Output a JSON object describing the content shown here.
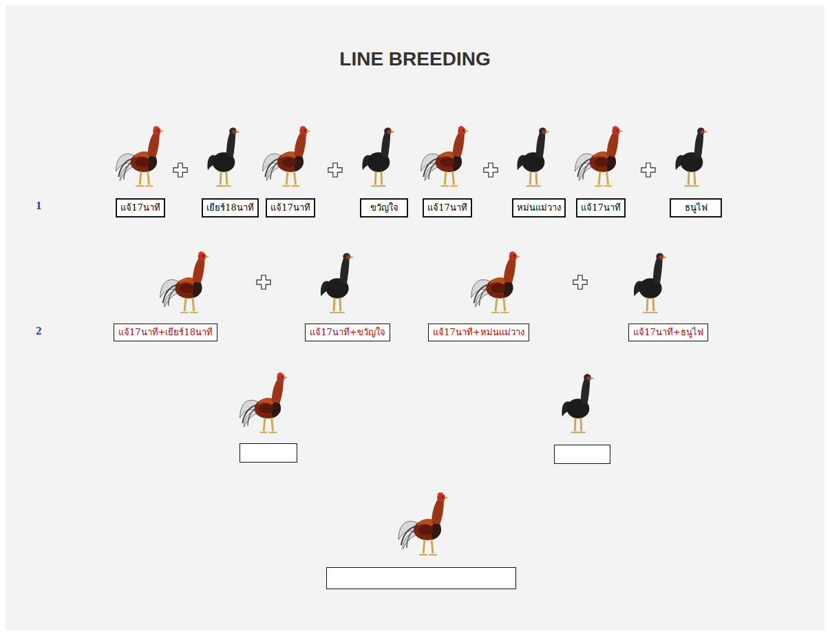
{
  "diagram": {
    "title": "LINE BREEDING",
    "nodes": [
      {
        "text": [
          "แจ้17นาที"
        ]
      },
      {
        "text": [
          "เยียร์18นาที"
        ]
      },
      {
        "text": [
          "แจ้17นาที"
        ]
      },
      {
        "text": [
          "ขวัญใจ"
        ]
      },
      {
        "text": [
          "แจ้17นาที"
        ]
      },
      {
        "text": [
          "หม่นแม่วาง"
        ]
      },
      {
        "text": [
          "แจ้17นาที"
        ]
      },
      {
        "text": [
          "ธนูไฟ"
        ]
      },
      {
        "text": [
          "แจ้17นาที+เยียร์18นาที"
        ]
      },
      {
        "text": [
          "แจ้17นาที+ขวัญใจ"
        ]
      },
      {
        "text": [
          "แจ้17นาที+หม่นแม่วาง"
        ]
      },
      {
        "text": [
          "แจ้17นาที+ธนูไฟ"
        ]
      },
      {
        "text": []
      },
      {
        "text": []
      },
      {
        "text": []
      }
    ],
    "edges": [
      {
        "from": 0,
        "to": 8,
        "arrow": "to"
      },
      {
        "from": 1,
        "to": 8,
        "arrow": "to"
      },
      {
        "from": 2,
        "to": 9,
        "arrow": "to"
      },
      {
        "from": 3,
        "to": 9,
        "arrow": "to"
      },
      {
        "from": 4,
        "to": 10,
        "arrow": "to"
      },
      {
        "from": 5,
        "to": 10,
        "arrow": "to"
      },
      {
        "from": 6,
        "to": 11,
        "arrow": "to"
      },
      {
        "from": 7,
        "to": 11,
        "arrow": "to"
      },
      {
        "from": 8,
        "to": 12,
        "arrow": "to"
      },
      {
        "from": 9,
        "to": 12,
        "arrow": "to"
      },
      {
        "from": 10,
        "to": 13,
        "arrow": "to"
      },
      {
        "from": 11,
        "to": 13,
        "arrow": "to"
      },
      {
        "from": 12,
        "to": 14,
        "arrow": "to"
      },
      {
        "from": 13,
        "to": 14,
        "arrow": "to"
      }
    ],
    "labels": [
      "1",
      "2"
    ]
  }
}
